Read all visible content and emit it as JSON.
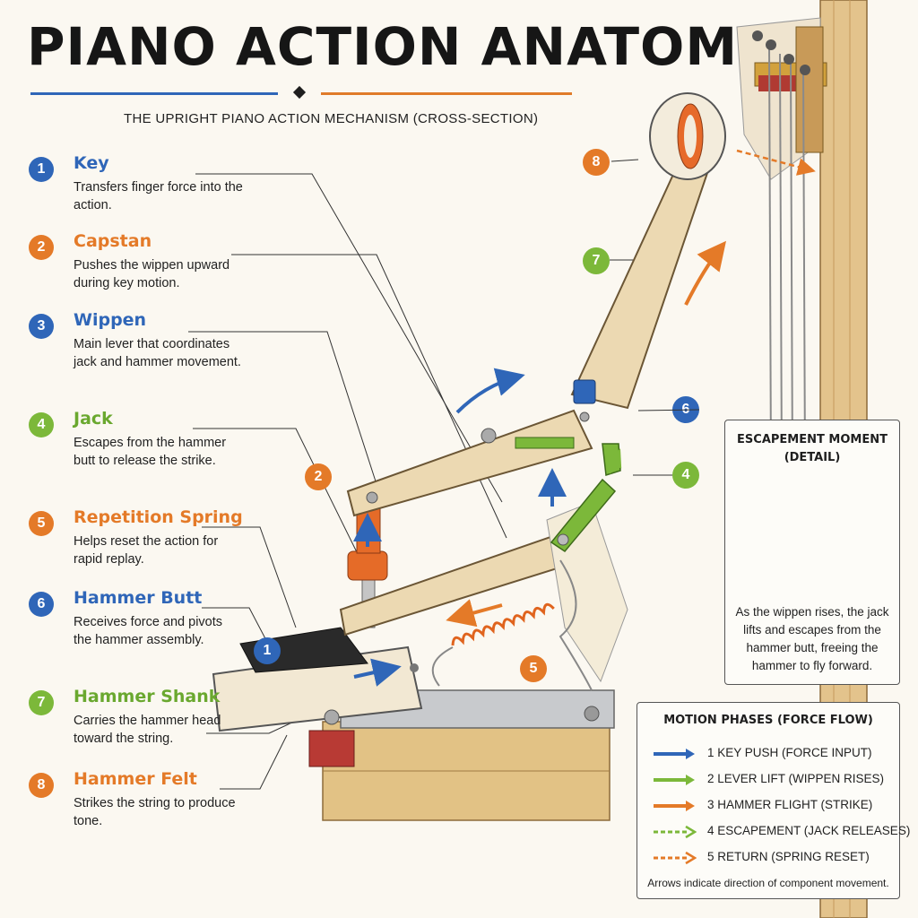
{
  "title": "PIANO ACTION ANATOMY",
  "subtitle": "THE UPRIGHT PIANO ACTION MECHANISM (CROSS-SECTION)",
  "colors": {
    "blue": "#2f66b8",
    "orange": "#e47a28",
    "green": "#7cb83a",
    "wood": "#ecd9b2",
    "felt": "#f3ecdc"
  },
  "parts": [
    {
      "num": "1",
      "name": "Key",
      "desc": "Transfers finger force into the action.",
      "color": "blue"
    },
    {
      "num": "2",
      "name": "Capstan",
      "desc": "Pushes the wippen upward during key motion.",
      "color": "orange"
    },
    {
      "num": "3",
      "name": "Wippen",
      "desc": "Main lever that coordinates jack and hammer movement.",
      "color": "blue"
    },
    {
      "num": "4",
      "name": "Jack",
      "desc": "Escapes from the hammer butt to release the strike.",
      "color": "green"
    },
    {
      "num": "5",
      "name": "Repetition Spring",
      "desc": "Helps reset the action for rapid replay.",
      "color": "orange"
    },
    {
      "num": "6",
      "name": "Hammer Butt",
      "desc": "Receives force and pivots the hammer assembly.",
      "color": "blue"
    },
    {
      "num": "7",
      "name": "Hammer Shank",
      "desc": "Carries the hammer head toward the string.",
      "color": "green"
    },
    {
      "num": "8",
      "name": "Hammer Felt",
      "desc": "Strikes the string to produce tone.",
      "color": "orange"
    }
  ],
  "callouts": [
    {
      "num": "8",
      "color": "orange"
    },
    {
      "num": "7",
      "color": "green"
    },
    {
      "num": "6",
      "color": "blue"
    },
    {
      "num": "4",
      "color": "green"
    },
    {
      "num": "2",
      "color": "orange"
    },
    {
      "num": "5",
      "color": "orange"
    },
    {
      "num": "1",
      "color": "blue"
    }
  ],
  "escapement": {
    "title": "ESCAPEMENT MOMENT (DETAIL)",
    "text": "As the wippen rises, the jack lifts and escapes from the hammer butt, freeing the hammer to fly forward."
  },
  "phases": {
    "title": "MOTION PHASES (FORCE FLOW)",
    "items": [
      {
        "label": "1   KEY PUSH (FORCE INPUT)",
        "color": "blue",
        "style": "solid"
      },
      {
        "label": "2   LEVER LIFT (WIPPEN RISES)",
        "color": "green",
        "style": "solid"
      },
      {
        "label": "3   HAMMER FLIGHT (STRIKE)",
        "color": "orange",
        "style": "solid"
      },
      {
        "label": "4   ESCAPEMENT (JACK RELEASES)",
        "color": "green",
        "style": "dashed"
      },
      {
        "label": "5   RETURN (SPRING RESET)",
        "color": "orange",
        "style": "dashed"
      }
    ],
    "note": "Arrows indicate direction of component movement."
  }
}
